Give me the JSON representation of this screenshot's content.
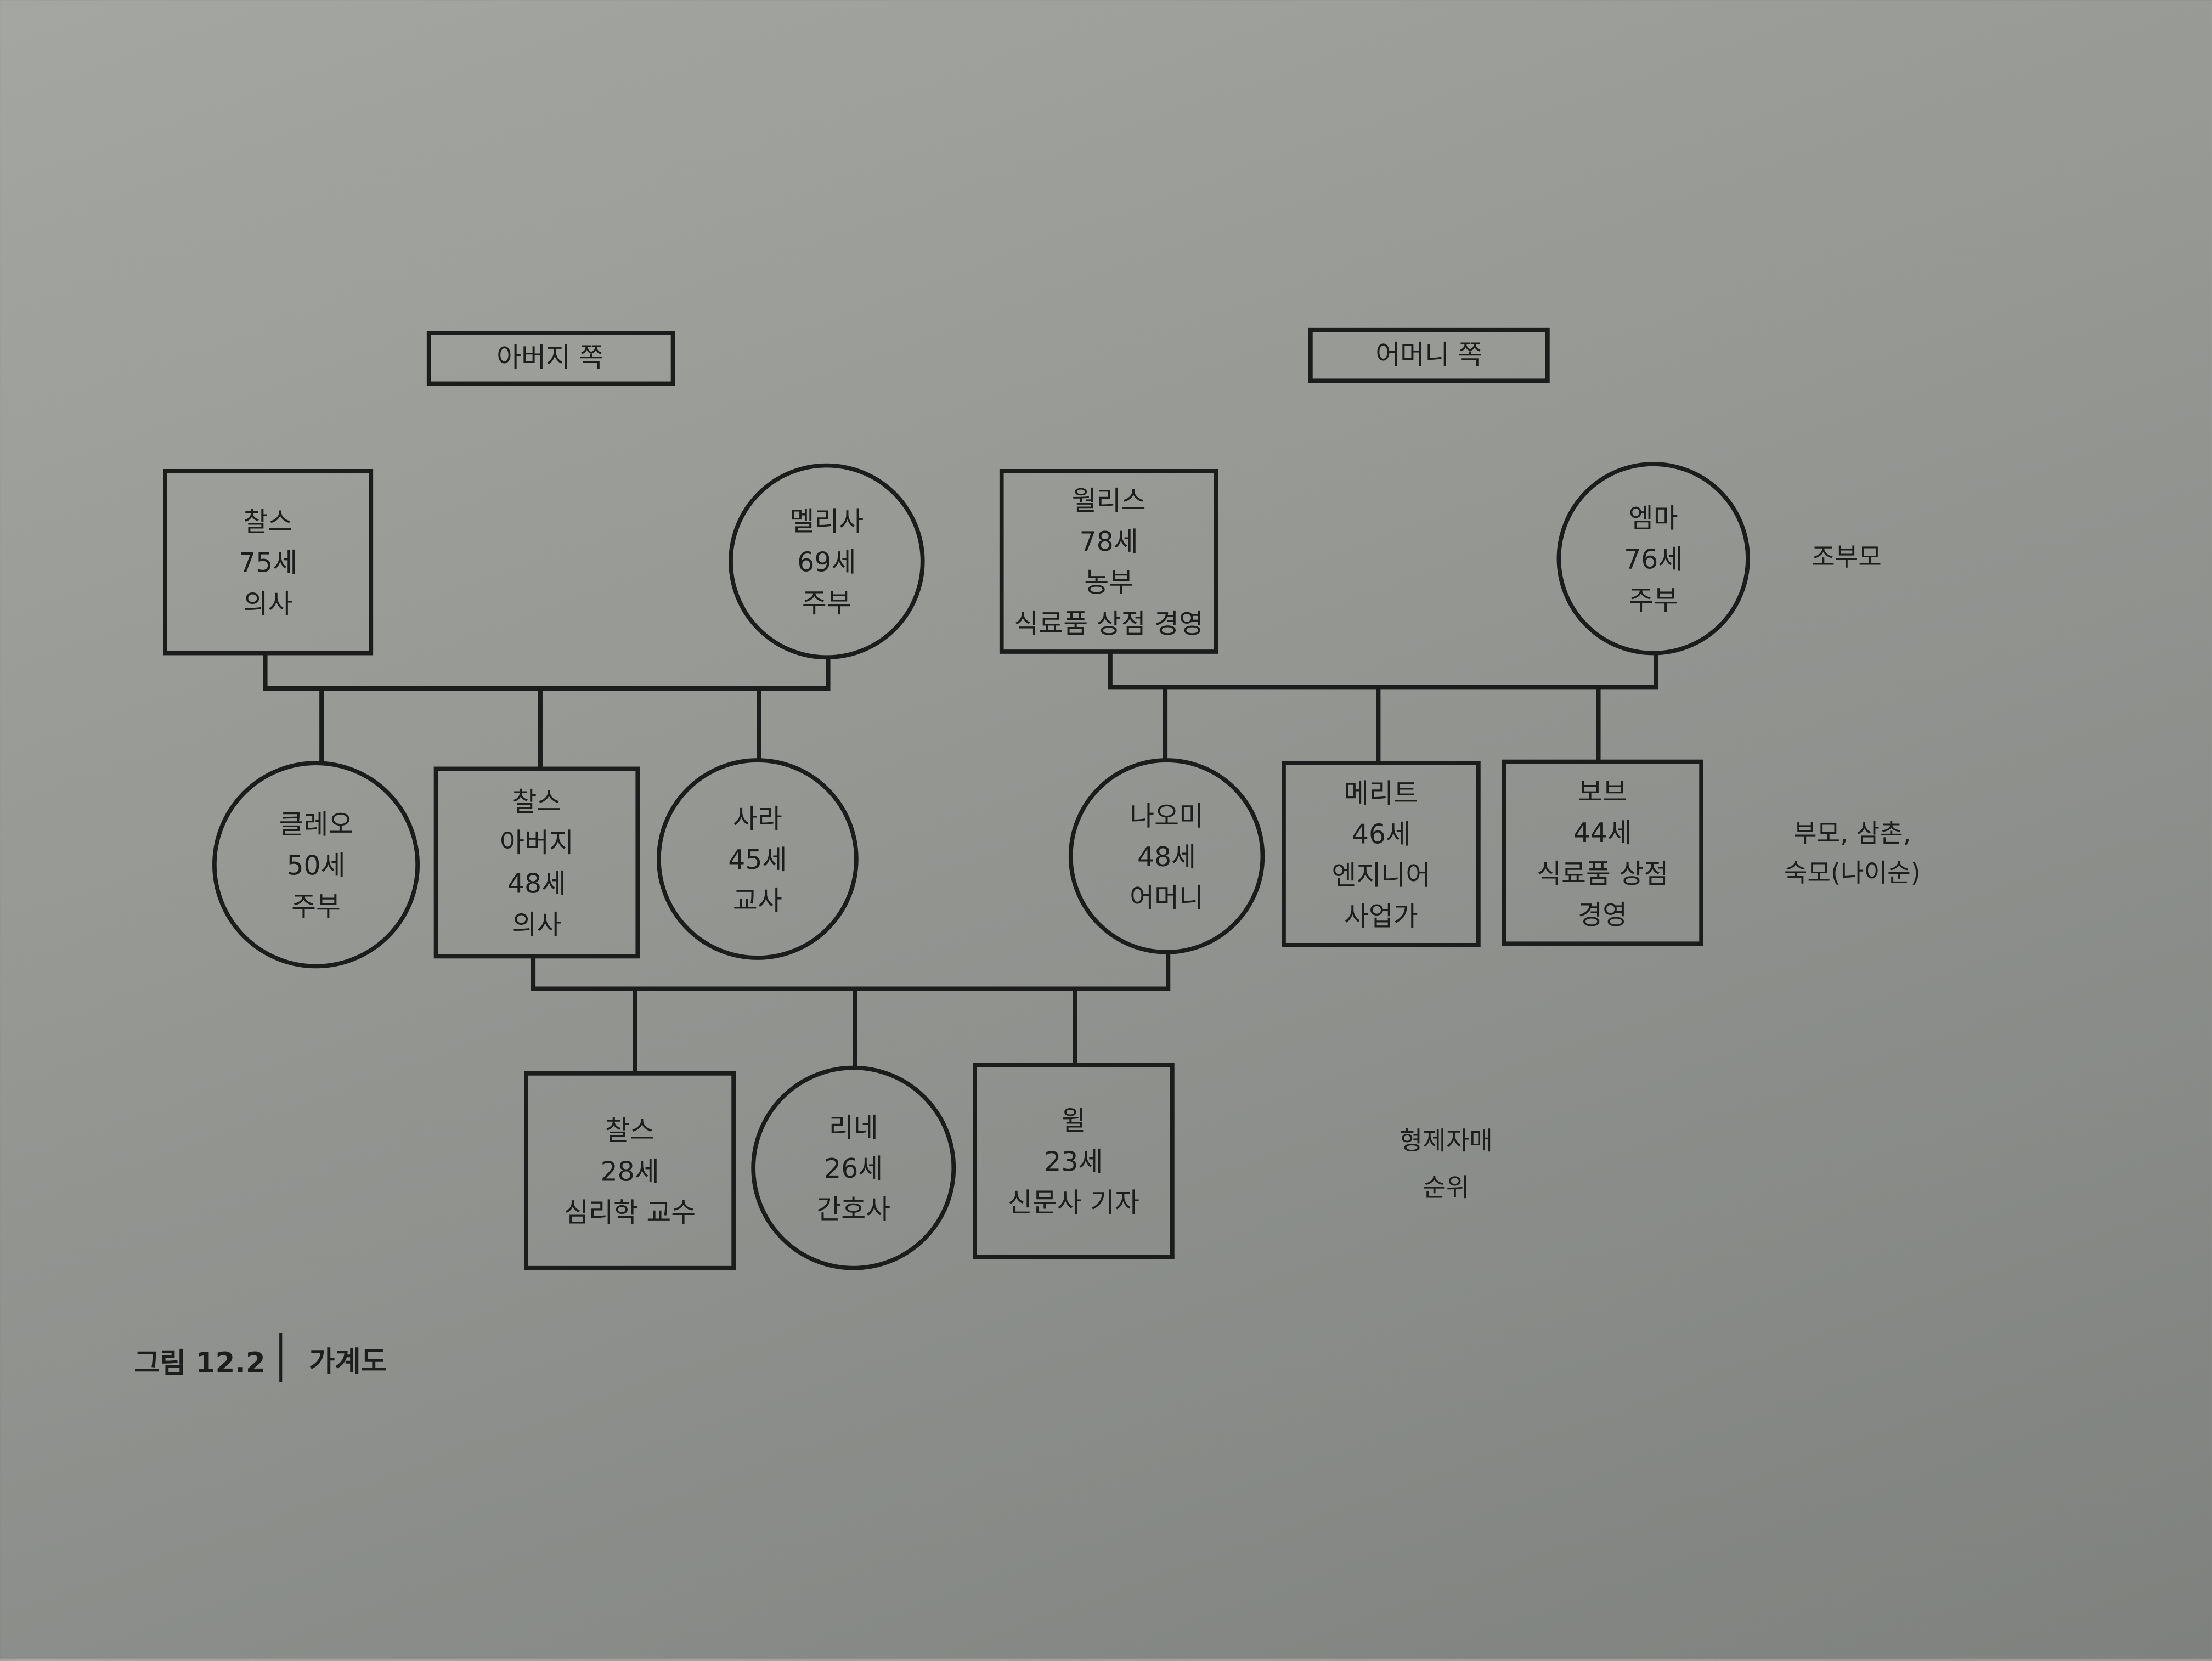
{
  "side_labels": {
    "paternal": "아버지 쪽",
    "maternal": "어머니 쪽"
  },
  "generation_labels": {
    "grandparents": "조부모",
    "parents": [
      "부모, 삼촌,",
      "숙모(나이순)"
    ],
    "siblings": [
      "형제자매",
      "순위"
    ]
  },
  "nodes": [
    {
      "id": "charles_gf",
      "shape": "square",
      "lines": [
        "찰스",
        "75세",
        "의사"
      ]
    },
    {
      "id": "melissa",
      "shape": "circle",
      "lines": [
        "멜리사",
        "69세",
        "주부"
      ]
    },
    {
      "id": "wallace",
      "shape": "square",
      "lines": [
        "월리스",
        "78세",
        "농부",
        "식료품 상점 경영"
      ]
    },
    {
      "id": "emma",
      "shape": "circle",
      "lines": [
        "엠마",
        "76세",
        "주부"
      ]
    },
    {
      "id": "cleo",
      "shape": "circle",
      "lines": [
        "클레오",
        "50세",
        "주부"
      ]
    },
    {
      "id": "charles_father",
      "shape": "square",
      "lines": [
        "찰스",
        "아버지",
        "48세",
        "의사"
      ]
    },
    {
      "id": "sarah",
      "shape": "circle",
      "lines": [
        "사라",
        "45세",
        "교사"
      ]
    },
    {
      "id": "naomi",
      "shape": "circle",
      "lines": [
        "나오미",
        "48세",
        "어머니"
      ]
    },
    {
      "id": "merritt",
      "shape": "square",
      "lines": [
        "메리트",
        "46세",
        "엔지니어",
        "사업가"
      ]
    },
    {
      "id": "bob",
      "shape": "square",
      "lines": [
        "보브",
        "44세",
        "식료품 상점",
        "경영"
      ]
    },
    {
      "id": "charles_son",
      "shape": "square",
      "lines": [
        "찰스",
        "28세",
        "심리학 교수"
      ]
    },
    {
      "id": "rene",
      "shape": "circle",
      "lines": [
        "리네",
        "26세",
        "간호사"
      ]
    },
    {
      "id": "will",
      "shape": "square",
      "lines": [
        "윌",
        "23세",
        "신문사 기자"
      ]
    }
  ],
  "caption": {
    "figure": "그림 12.2",
    "title": "가계도"
  }
}
